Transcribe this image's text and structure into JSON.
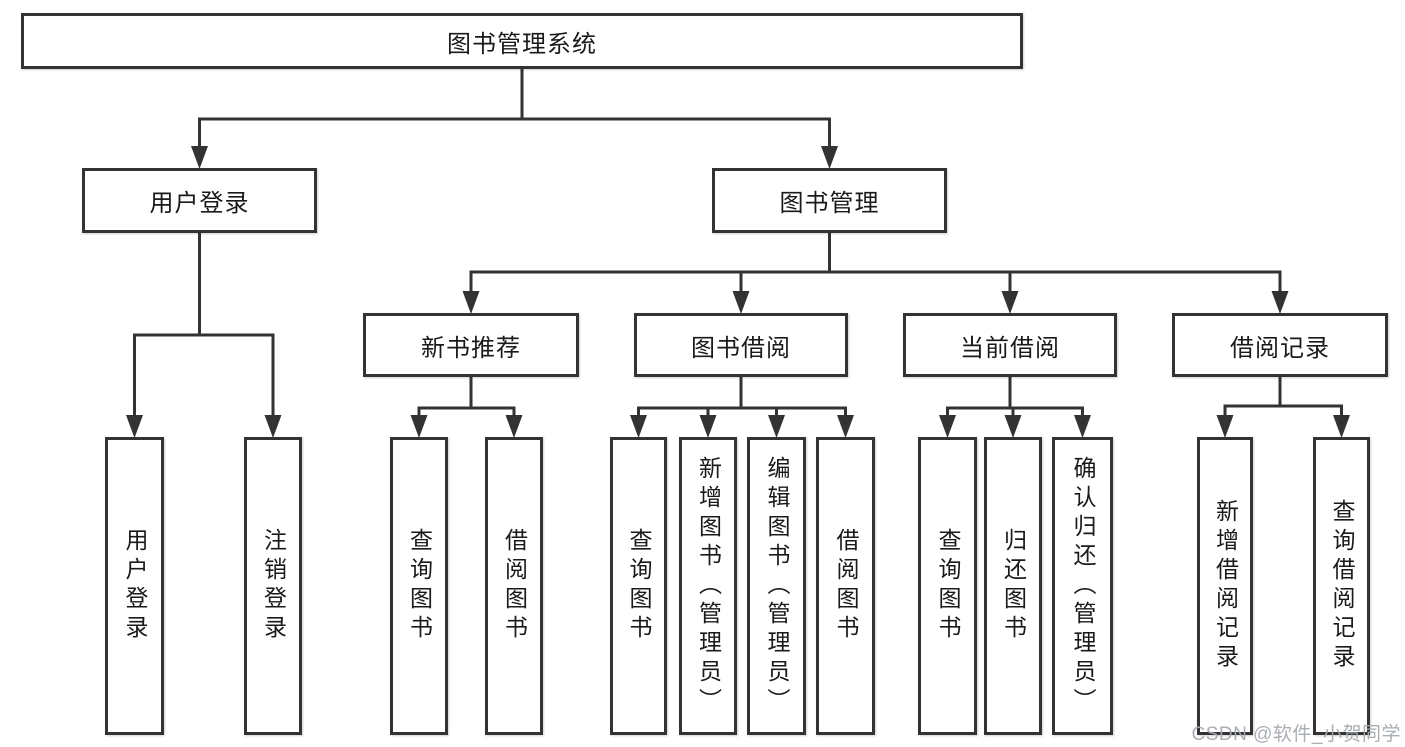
{
  "root": {
    "label": "图书管理系统"
  },
  "branches": [
    {
      "label": "用户登录",
      "children": [
        "用户登录",
        "注销登录"
      ]
    },
    {
      "label": "图书管理",
      "sections": [
        {
          "label": "新书推荐",
          "children": [
            "查询图书",
            "借阅图书"
          ]
        },
        {
          "label": "图书借阅",
          "children": [
            "查询图书",
            "新增图书（管理员）",
            "编辑图书（管理员）",
            "借阅图书"
          ]
        },
        {
          "label": "当前借阅",
          "children": [
            "查询图书",
            "归还图书",
            "确认归还（管理员）"
          ]
        },
        {
          "label": "借阅记录",
          "children": [
            "新增借阅记录",
            "查询借阅记录"
          ]
        }
      ]
    }
  ],
  "watermark": "CSDN @软件_小贺同学",
  "colors": {
    "line": "#333333",
    "box_border": "#333333",
    "box_fill": "#ffffff",
    "text": "#1a1a1a",
    "watermark": "#a4aab0"
  }
}
